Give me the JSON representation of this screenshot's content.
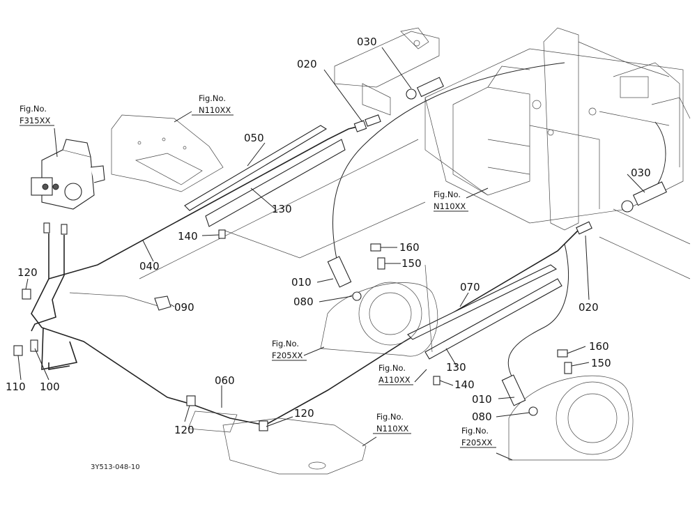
{
  "parts": {
    "p010_a": "010",
    "p010_b": "010",
    "p020_a": "020",
    "p020_b": "020",
    "p030_a": "030",
    "p030_b": "030",
    "p040": "040",
    "p050": "050",
    "p060": "060",
    "p070": "070",
    "p080_a": "080",
    "p080_b": "080",
    "p090": "090",
    "p100": "100",
    "p110": "110",
    "p120_a": "120",
    "p120_b": "120",
    "p120_c": "120",
    "p130_a": "130",
    "p130_b": "130",
    "p140_a": "140",
    "p140_b": "140",
    "p150_a": "150",
    "p150_b": "150",
    "p160_a": "160",
    "p160_b": "160"
  },
  "figrefs": {
    "f315": {
      "label": "Fig.No.",
      "code": "F315XX"
    },
    "n110_top": {
      "label": "Fig.No.",
      "code": "N110XX"
    },
    "n110_mid": {
      "label": "Fig.No.",
      "code": "N110XX"
    },
    "f205_left": {
      "label": "Fig.No.",
      "code": "F205XX"
    },
    "a110": {
      "label": "Fig.No.",
      "code": "A110XX"
    },
    "n110_bottom": {
      "label": "Fig.No.",
      "code": "N110XX"
    },
    "f205_right": {
      "label": "Fig.No.",
      "code": "F205XX"
    }
  },
  "drawing_code": "3Y513-048-10"
}
